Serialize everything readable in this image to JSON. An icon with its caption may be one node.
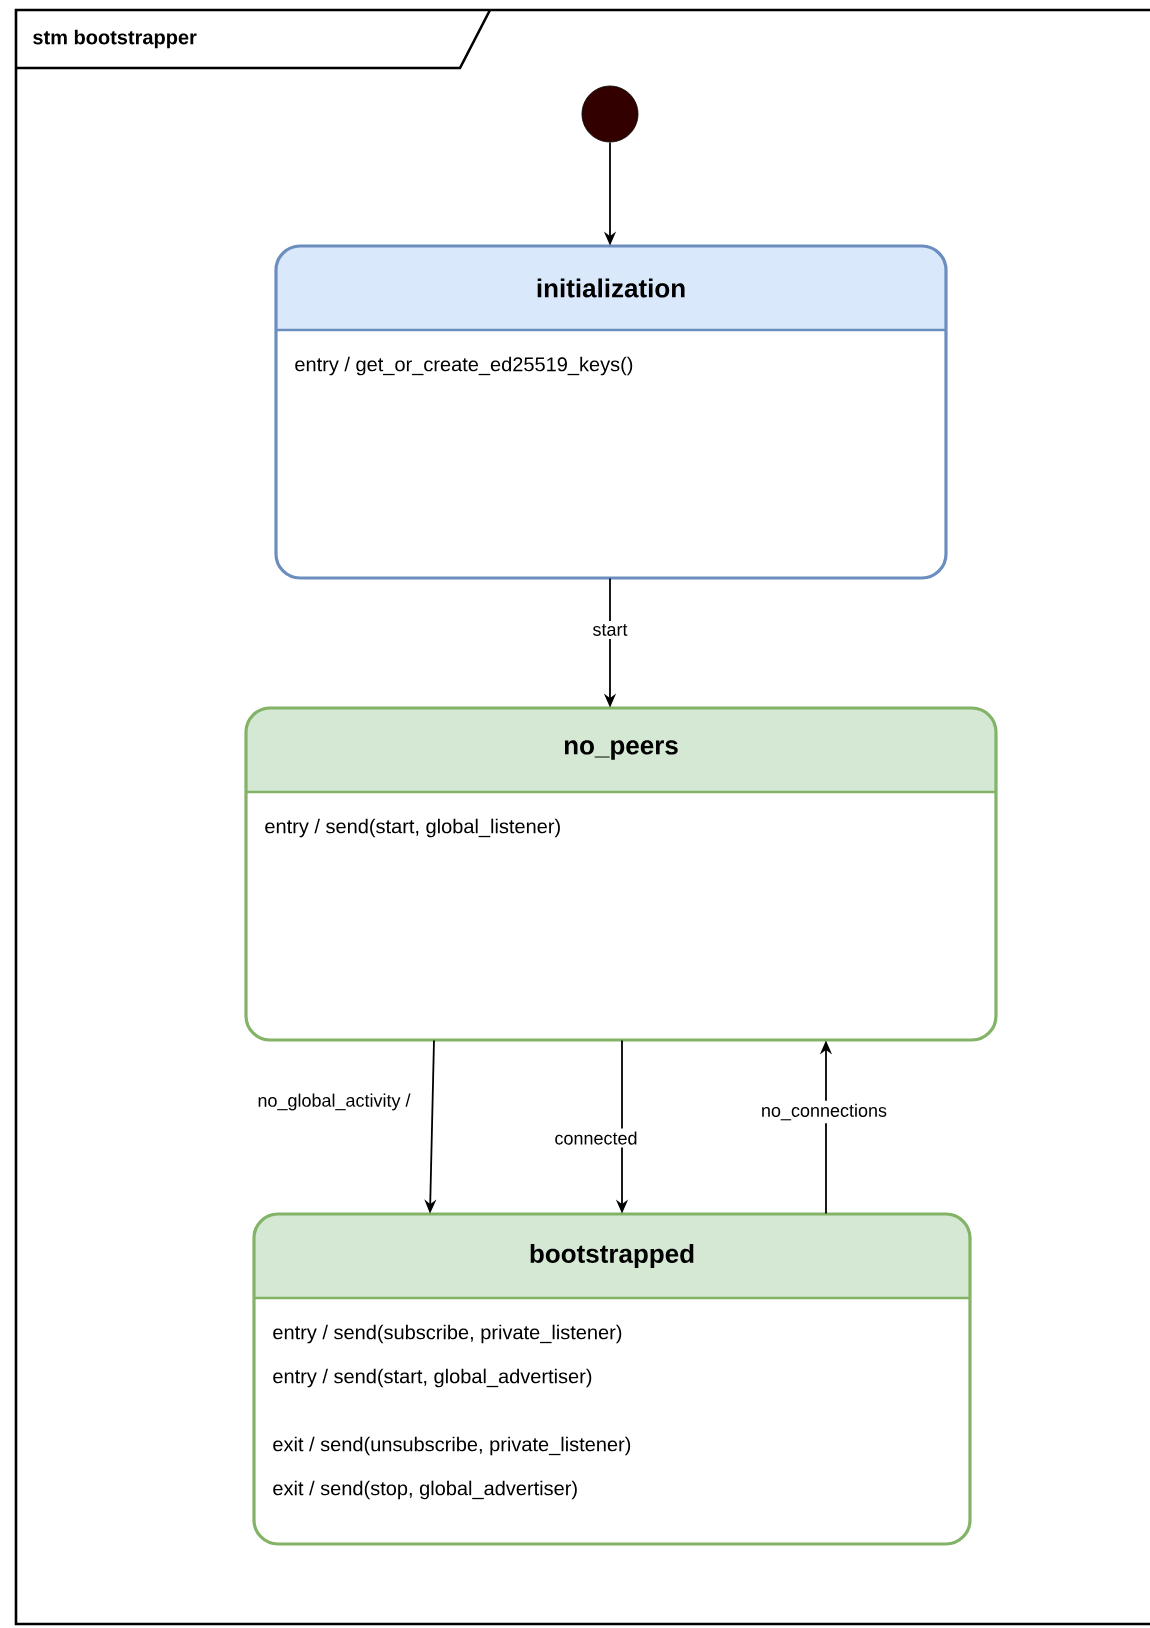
{
  "diagram": {
    "nodes": [
      {
        "text": [
          "stm bootstrapper"
        ]
      },
      {
        "text": [],
        "shape": "circle",
        "in": 0
      },
      {
        "text": [
          "initialization",
          "entry / get_or_create_ed25519_keys()"
        ],
        "in": 0
      },
      {
        "text": [
          "no_peers",
          "entry / send(start, global_listener)"
        ],
        "in": 0
      },
      {
        "text": [
          "bootstrapped",
          "entry / send(subscribe, private_listener)",
          "entry / send(start, global_advertiser)",
          "exit / send(unsubscribe, private_listener)",
          "exit / send(stop, global_advertiser)"
        ],
        "in": 0
      }
    ],
    "edges": [
      {
        "from": 1,
        "to": 2,
        "arrow": "to"
      },
      {
        "from": 2,
        "to": 3,
        "arrow": "to",
        "label": "start"
      },
      {
        "from": 3,
        "to": 4,
        "arrow": "to",
        "label": "no_global_activity /"
      },
      {
        "from": 3,
        "to": 4,
        "arrow": "to",
        "label": "connected"
      },
      {
        "from": 4,
        "to": 3,
        "arrow": "to",
        "label": "no_connections"
      }
    ]
  }
}
